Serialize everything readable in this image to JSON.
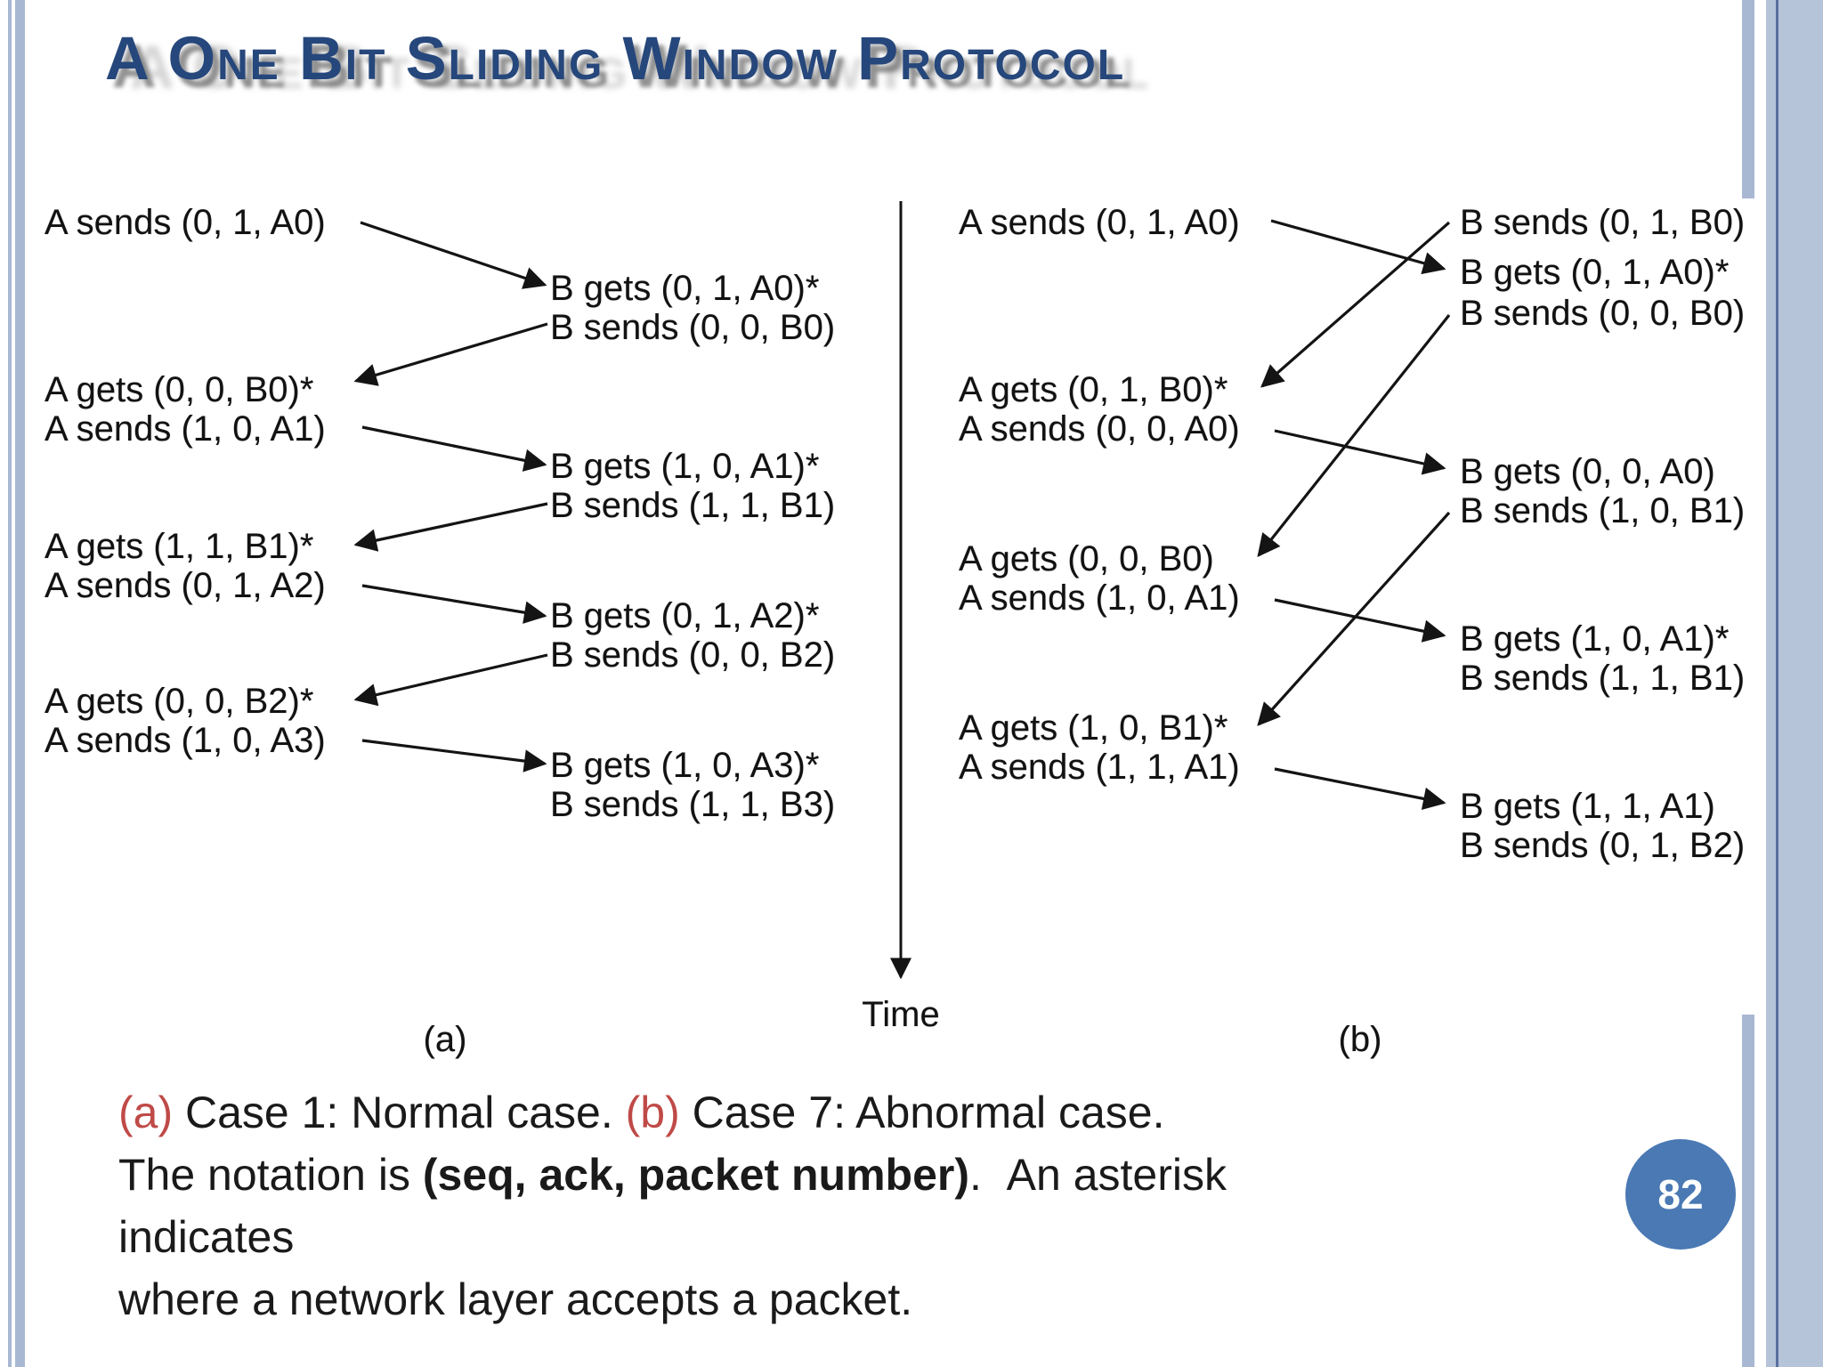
{
  "slide": {
    "title": "A One Bit Sliding Window Protocol",
    "page_number": "82",
    "colors": {
      "title_blue": "#26477b",
      "accent_red": "#bf4a47",
      "badge_blue": "#4a79b4",
      "stripe_blue": "#a9b8d2",
      "panel_blue": "#b6c4da"
    }
  },
  "figure": {
    "diagram_a": {
      "label": "(a)",
      "a_lines": [
        "A sends (0, 1, A0)",
        "A gets (0, 0, B0)*",
        "A sends (1, 0, A1)",
        "A gets (1, 1, B1)*",
        "A sends (0, 1, A2)",
        "A gets (0, 0, B2)*",
        "A sends (1, 0, A3)"
      ],
      "b_lines": [
        "B gets (0, 1, A0)*",
        "B sends (0, 0, B0)",
        "B gets (1, 0, A1)*",
        "B sends (1, 1, B1)",
        "B gets (0, 1, A2)*",
        "B sends (0, 0, B2)",
        "B gets (1, 0, A3)*",
        "B sends (1, 1, B3)"
      ]
    },
    "diagram_b": {
      "label": "(b)",
      "a_lines": [
        "A sends (0, 1, A0)",
        "A gets (0, 1, B0)*",
        "A sends (0, 0, A0)",
        "A gets (0, 0, B0)",
        "A sends (1, 0, A1)",
        "A gets (1, 0, B1)*",
        "A sends (1, 1, A1)"
      ],
      "b_lines": [
        "B sends (0, 1, B0)",
        "B gets (0, 1, A0)*",
        "B sends (0, 0, B0)",
        "B gets (0, 0, A0)",
        "B sends (1, 0, B1)",
        "B gets (1, 0, A1)*",
        "B sends (1, 1, B1)",
        "B gets (1, 1, A1)",
        "B sends (0, 1, B2)"
      ]
    },
    "time_label": "Time"
  },
  "caption": {
    "line1_a_tag": "(a)",
    "line1_a_text": " Case 1: Normal case. ",
    "line1_b_tag": "(b)",
    "line1_b_text": " Case 7: Abnormal case.",
    "line2_pre": "The notation is ",
    "line2_bold": "(seq, ack, packet number)",
    "line2_post": ".  An asterisk",
    "line3": "indicates",
    "line4": "where a network layer accepts a packet."
  }
}
